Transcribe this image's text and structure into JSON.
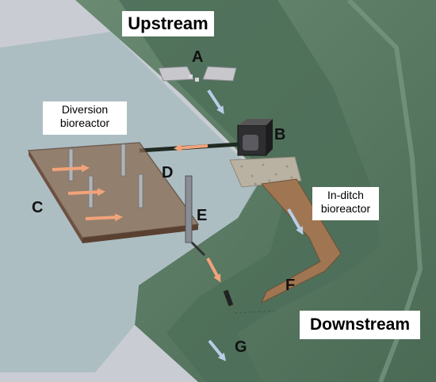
{
  "labels": {
    "upstream": "Upstream",
    "downstream": "Downstream",
    "diversion": "Diversion\nbioreactor",
    "inditch": "In-ditch\nbioreactor"
  },
  "letters": {
    "a": "A",
    "b": "B",
    "c": "C",
    "d": "D",
    "e": "E",
    "f": "F",
    "g": "G"
  },
  "colors": {
    "background": "#c9cdd3",
    "ditch_bank": "#577a63",
    "ditch_channel": "#4d6e58",
    "pale_panel": "#a9bcc0",
    "bioreactor_bed": "#8b6a52",
    "water_flow_arrow": "#b8cde6",
    "diverted_flow_arrow": "#f2a37a"
  }
}
